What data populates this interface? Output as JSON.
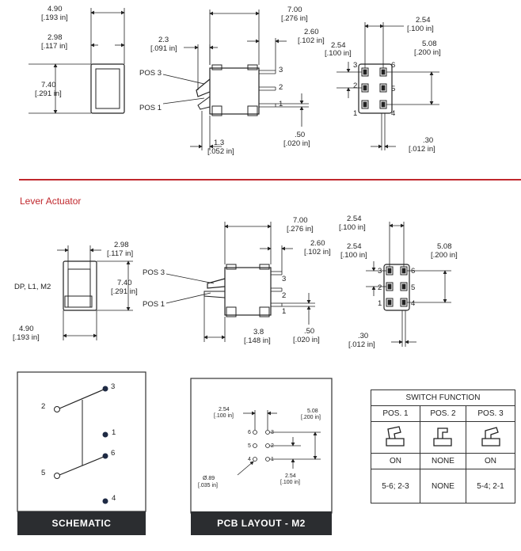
{
  "top_dims": {
    "left_w": "4.90",
    "left_w_in": "[.193 in]",
    "left_inner": "2.98",
    "left_inner_in": "[.117 in]",
    "left_h": "7.40",
    "left_h_in": "[.291 in]",
    "mid_w": "7.00",
    "mid_w_in": "[.276 in]",
    "mid_lever": "2.3",
    "mid_lever_in": "[.091 in]",
    "mid_pin": "2.60",
    "mid_pin_in": "[.102 in]",
    "mid_bottom": "1.3",
    "mid_bottom_in": "[.052 in]",
    "mid_pin_d": ".50",
    "mid_pin_d_in": "[.020 in]",
    "pos3": "POS 3",
    "pos1": "POS 1",
    "pins": [
      "3",
      "2",
      "1"
    ],
    "r_pitch": "2.54",
    "r_pitch_in": "[.100 in]",
    "r_pitch2": "2.54",
    "r_pitch2_in": "[.100 in]",
    "r_span": "5.08",
    "r_span_in": "[.200 in]",
    "r_pin": ".30",
    "r_pin_in": "[.012 in]",
    "r_nums": [
      "3",
      "2",
      "1",
      "6",
      "5",
      "4"
    ]
  },
  "section_title": "Lever Actuator",
  "lever_dims": {
    "inner": "2.98",
    "inner_in": "[.117 in]",
    "h": "7.40",
    "h_in": "[.291 in]",
    "w": "4.90",
    "w_in": "[.193 in]",
    "label": "DP, L1, M2",
    "mid_w": "7.00",
    "mid_w_in": "[.276 in]",
    "mid_pin": "2.60",
    "mid_pin_in": "[.102 in]",
    "mid_bottom": "3.8",
    "mid_bottom_in": "[.148 in]",
    "mid_pin_d": ".50",
    "mid_pin_d_in": "[.020 in]",
    "pos3": "POS 3",
    "pos1": "POS 1",
    "pins": [
      "3",
      "2",
      "1"
    ],
    "r_pitch": "2.54",
    "r_pitch_in": "[.100 in]",
    "r_pitch2": "2.54",
    "r_pitch2_in": "[.100 in]",
    "r_span": "5.08",
    "r_span_in": "[.200 in]",
    "r_pin": ".30",
    "r_pin_in": "[.012 in]",
    "r_nums": [
      "3",
      "2",
      "1",
      "6",
      "5",
      "4"
    ]
  },
  "schematic": {
    "title": "SCHEMATIC",
    "labels": [
      "3",
      "2",
      "1",
      "6",
      "5",
      "4"
    ]
  },
  "pcb": {
    "title": "PCB LAYOUT - M2",
    "pitch": "2.54",
    "pitch_in": "[.100 in]",
    "span": "5.08",
    "span_in": "[.200 in]",
    "pitch2": "2.54",
    "pitch2_in": "[.100 in]",
    "hole": "Ø.89",
    "hole_in": "[.035 in]",
    "nums": [
      "6",
      "3",
      "5",
      "2",
      "4",
      "1"
    ]
  },
  "switch_function": {
    "title": "SWITCH FUNCTION",
    "headers": [
      "POS. 1",
      "POS. 2",
      "POS. 3"
    ],
    "states": [
      "ON",
      "NONE",
      "ON"
    ],
    "circuits": [
      "5-6; 2-3",
      "NONE",
      "5-4; 2-1"
    ]
  }
}
